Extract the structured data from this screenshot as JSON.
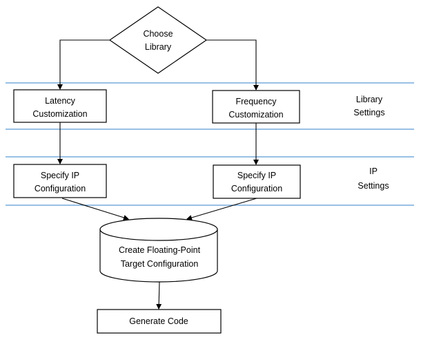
{
  "diagram": {
    "decision": {
      "lines": [
        "Choose",
        "Library"
      ]
    },
    "latency": {
      "lines": [
        "Latency",
        "Customization"
      ]
    },
    "frequency": {
      "lines": [
        "Frequency",
        "Customization"
      ]
    },
    "specify_left": {
      "lines": [
        "Specify IP",
        "Configuration"
      ]
    },
    "specify_right": {
      "lines": [
        "Specify IP",
        "Configuration"
      ]
    },
    "target": {
      "lines": [
        "Create Floating-Point",
        "Target Configuration"
      ]
    },
    "generate": {
      "label": "Generate Code"
    },
    "band_library": {
      "lines": [
        "Library",
        "Settings"
      ]
    },
    "band_ip": {
      "lines": [
        "IP",
        "Settings"
      ]
    }
  },
  "colors": {
    "band_line": "#5b9bd5",
    "stroke": "#000000"
  }
}
